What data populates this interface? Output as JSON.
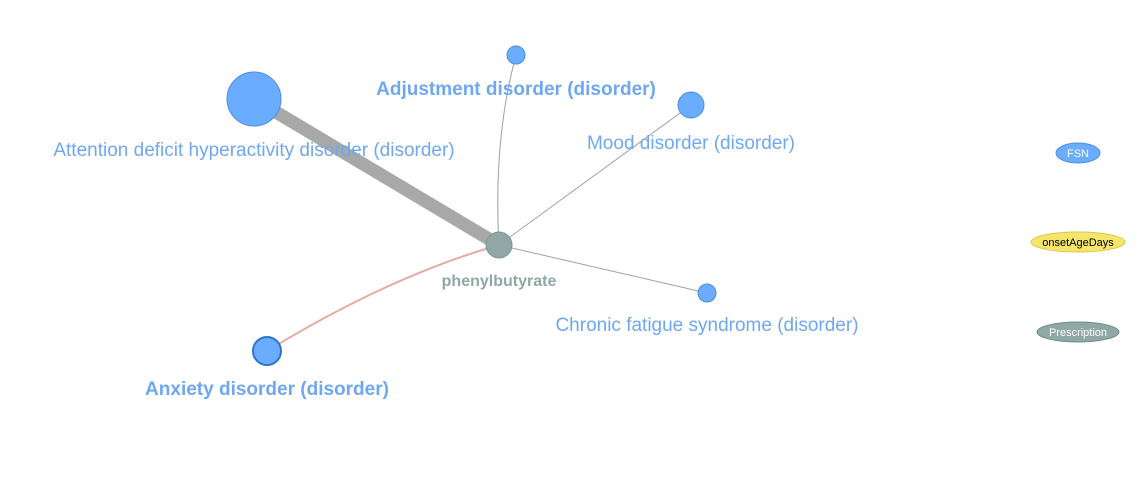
{
  "graph": {
    "center": {
      "label": "phenylbutyrate",
      "color": "#8fa8a6"
    },
    "nodes": [
      {
        "id": "adhd",
        "label": "Attention deficit hyperactivity disorder (disorder)",
        "bold": false
      },
      {
        "id": "adjustment",
        "label": "Adjustment disorder (disorder)",
        "bold": true
      },
      {
        "id": "mood",
        "label": "Mood disorder (disorder)",
        "bold": false
      },
      {
        "id": "cfs",
        "label": "Chronic fatigue syndrome (disorder)",
        "bold": false
      },
      {
        "id": "anxiety",
        "label": "Anxiety disorder (disorder)",
        "bold": true
      }
    ],
    "colors": {
      "disorder_node": "#6aacff",
      "disorder_stroke": "#4a8fe0",
      "label": "#6fa8f0",
      "edge_grey": "#a0a0a0",
      "edge_red": "#e8a9a0"
    }
  },
  "legend": {
    "fsn": {
      "label": "FSN",
      "color": "#6aacff"
    },
    "onset": {
      "label": "onsetAgeDays",
      "color": "#f5e56a"
    },
    "prescription": {
      "label": "Prescription",
      "color": "#8fa8a6"
    }
  }
}
